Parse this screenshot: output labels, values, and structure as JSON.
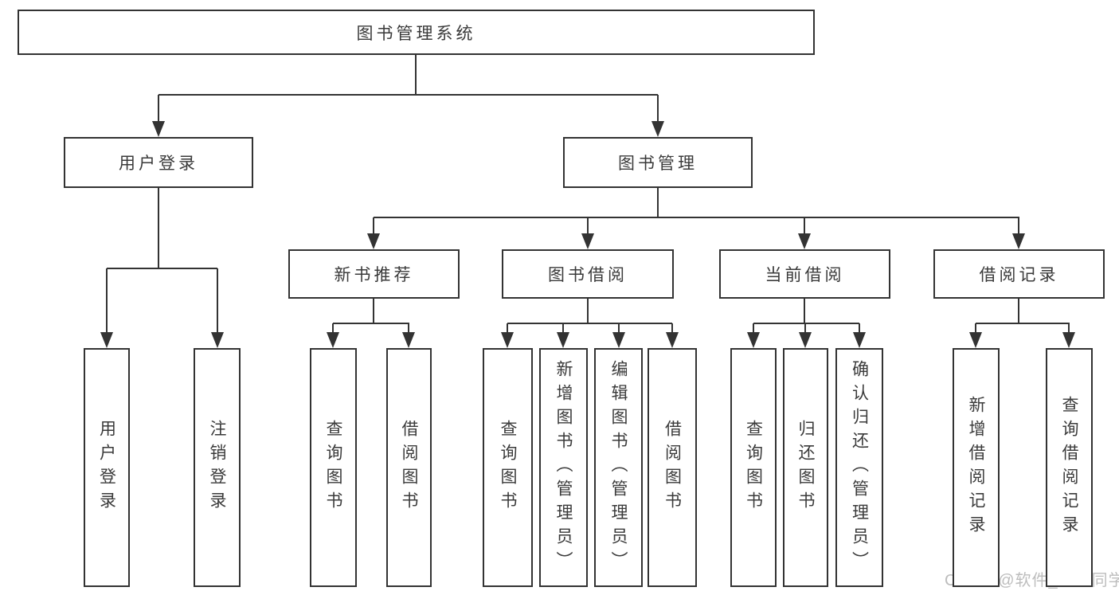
{
  "diagram": {
    "type": "hierarchy-diagram",
    "title": "图书管理系统",
    "tree": {
      "id": "root",
      "label": "图书管理系统",
      "children": [
        {
          "id": "user-login",
          "label": "用户登录",
          "children": [
            {
              "id": "user-login-leaf",
              "label": "用户登录"
            },
            {
              "id": "logout-leaf",
              "label": "注销登录"
            }
          ]
        },
        {
          "id": "book-management",
          "label": "图书管理",
          "children": [
            {
              "id": "new-book-recommend",
              "label": "新书推荐",
              "children": [
                {
                  "id": "nbr-query-book",
                  "label": "查询图书"
                },
                {
                  "id": "nbr-borrow-book",
                  "label": "借阅图书"
                }
              ]
            },
            {
              "id": "book-borrowing",
              "label": "图书借阅",
              "children": [
                {
                  "id": "bb-query-book",
                  "label": "查询图书"
                },
                {
                  "id": "bb-add-book-admin",
                  "label": "新增图书（管理员）"
                },
                {
                  "id": "bb-edit-book-admin",
                  "label": "编辑图书（管理员）"
                },
                {
                  "id": "bb-borrow-book",
                  "label": "借阅图书"
                }
              ]
            },
            {
              "id": "current-borrowing",
              "label": "当前借阅",
              "children": [
                {
                  "id": "cb-query-book",
                  "label": "查询图书"
                },
                {
                  "id": "cb-return-book",
                  "label": "归还图书"
                },
                {
                  "id": "cb-confirm-return-admin",
                  "label": "确认归还（管理员）"
                }
              ]
            },
            {
              "id": "borrowing-records",
              "label": "借阅记录",
              "children": [
                {
                  "id": "br-add-record",
                  "label": "新增借阅记录"
                },
                {
                  "id": "br-query-record",
                  "label": "查询借阅记录"
                }
              ]
            }
          ]
        }
      ]
    },
    "watermark": "CSDN @软件_小贺同学",
    "colors": {
      "line": "#333333",
      "box_bg": "#ffffff",
      "text": "#3a3a3a",
      "watermark": "#bdbdbd"
    }
  }
}
